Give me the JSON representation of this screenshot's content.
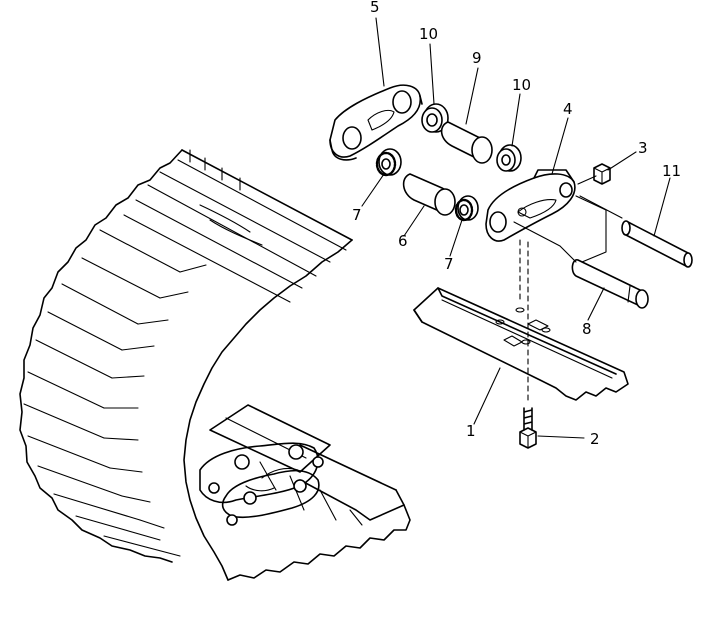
{
  "diagram": {
    "callouts": [
      {
        "id": "c1",
        "label": "1"
      },
      {
        "id": "c2",
        "label": "2"
      },
      {
        "id": "c3",
        "label": "3"
      },
      {
        "id": "c4",
        "label": "4"
      },
      {
        "id": "c5",
        "label": "5"
      },
      {
        "id": "c6",
        "label": "6"
      },
      {
        "id": "c7a",
        "label": "7"
      },
      {
        "id": "c7b",
        "label": "7"
      },
      {
        "id": "c8",
        "label": "8"
      },
      {
        "id": "c9",
        "label": "9"
      },
      {
        "id": "c10a",
        "label": "10"
      },
      {
        "id": "c10b",
        "label": "10"
      },
      {
        "id": "c11",
        "label": "11"
      }
    ]
  }
}
